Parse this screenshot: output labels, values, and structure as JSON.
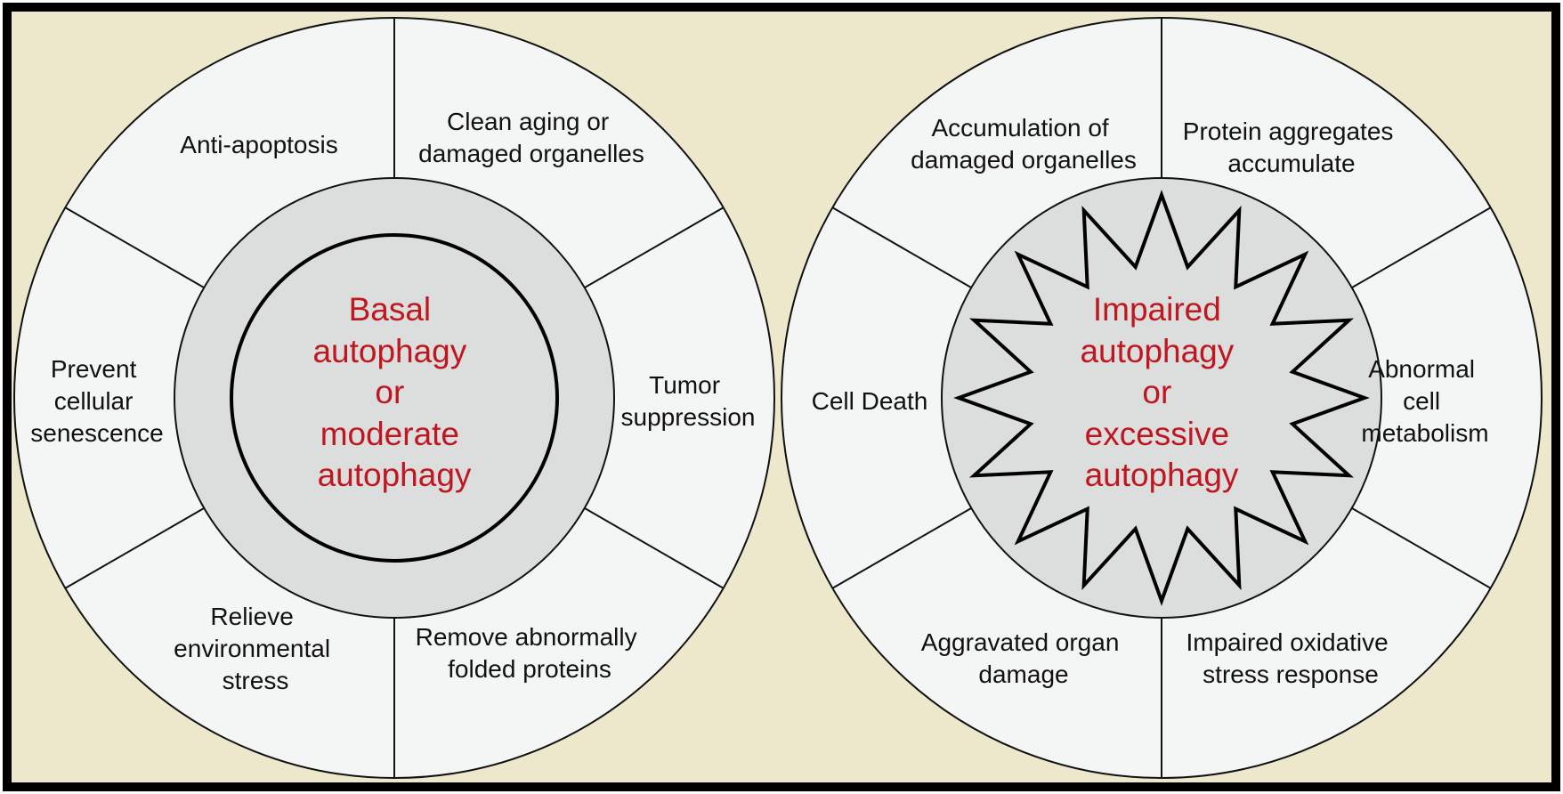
{
  "colors": {
    "background": "#ede7cc",
    "frame": "#000000",
    "outer_ring": "#f4f6f6",
    "inner_disk": "#dcdedd",
    "star_fill": "#dcdedd",
    "line": "#111111",
    "segment_text": "#111111",
    "center_text": "#c0161f"
  },
  "left": {
    "center": [
      "Basal",
      "autophagy",
      "or",
      "moderate",
      "autophagy"
    ],
    "segments": {
      "top_left": [
        "Anti-apoptosis"
      ],
      "top_right": [
        "Clean aging or",
        "damaged organelles"
      ],
      "right": [
        "Tumor",
        "suppression"
      ],
      "bottom_right": [
        "Remove abnormally",
        "folded proteins"
      ],
      "bottom_left": [
        "Relieve",
        "environmental",
        "stress"
      ],
      "left": [
        "Prevent",
        "cellular",
        "senescence"
      ]
    }
  },
  "right": {
    "center": [
      "Impaired",
      "autophagy",
      "or",
      "excessive",
      "autophagy"
    ],
    "segments": {
      "top_left": [
        "Accumulation of",
        "damaged organelles"
      ],
      "top_right": [
        "Protein aggregates",
        "accumulate"
      ],
      "right": [
        "Abnormal",
        "cell",
        "metabolism"
      ],
      "bottom_right": [
        "Impaired oxidative",
        "stress response"
      ],
      "bottom_left": [
        "Aggravated organ",
        "damage"
      ],
      "left": [
        "Cell Death"
      ]
    }
  }
}
